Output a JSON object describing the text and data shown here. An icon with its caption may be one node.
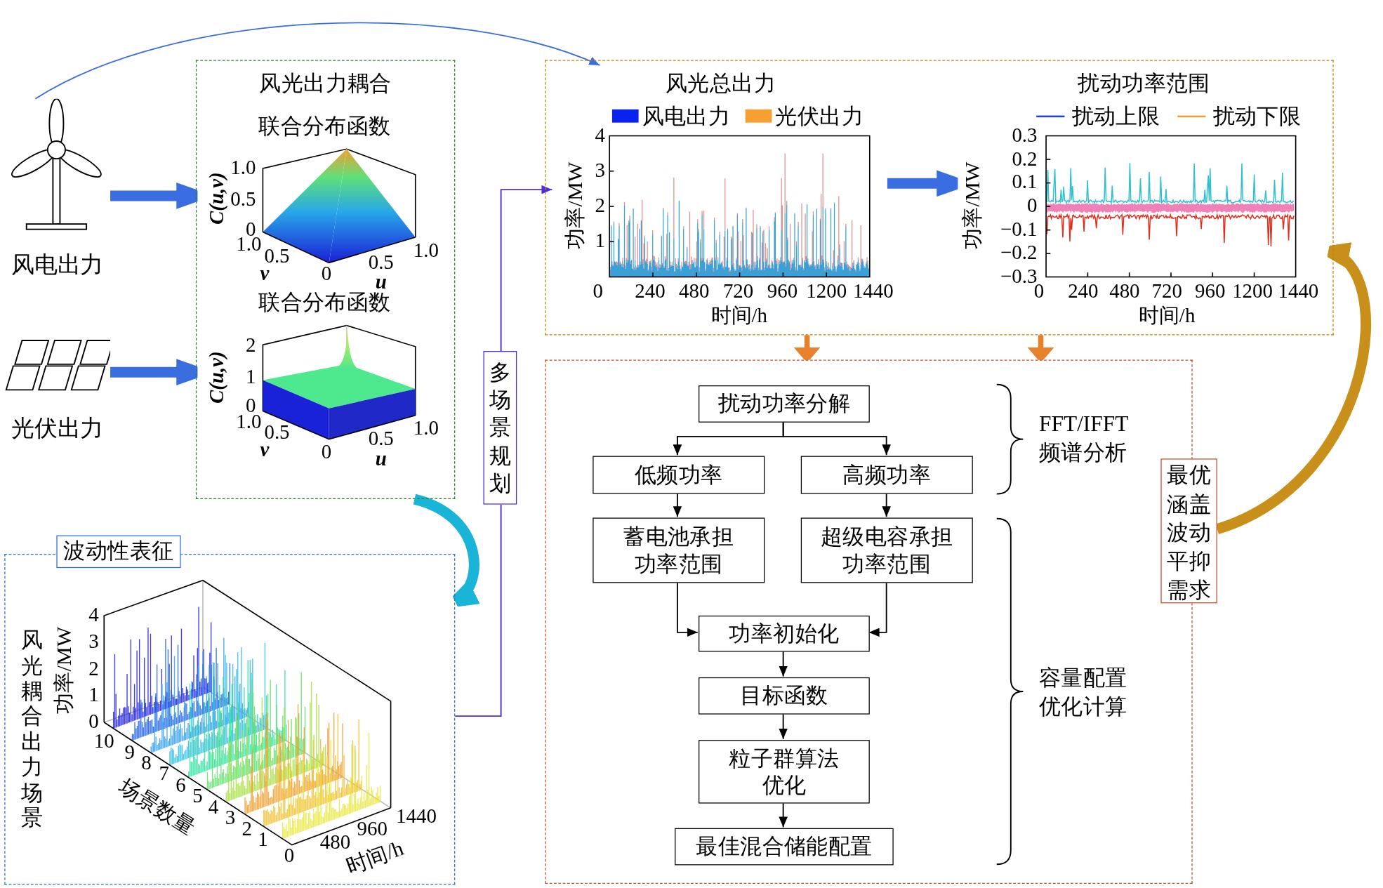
{
  "diagram": {
    "nodes": [
      {
        "text": [
          "风电出力"
        ]
      },
      {
        "text": [
          "光伏出力"
        ]
      },
      {
        "text": [
          "风光出力耦合"
        ]
      },
      {
        "text": [
          "联合分布函数"
        ],
        "in": 2
      },
      {
        "text": [
          "联合分布函数"
        ],
        "in": 2
      },
      {
        "text": [],
        "shape": "box"
      },
      {
        "text": [
          "风光总出力"
        ],
        "in": 5
      },
      {
        "text": [
          "扰动功率范围"
        ],
        "in": 5
      },
      {
        "text": [
          "波动性表征"
        ]
      },
      {
        "text": [
          "风光耦合出力场景"
        ],
        "in": 8
      },
      {
        "text": [
          "多场景规划"
        ]
      },
      {
        "text": [],
        "shape": "box"
      },
      {
        "text": [
          "扰动功率分解"
        ],
        "in": 11
      },
      {
        "text": [
          "低频功率"
        ],
        "in": 11
      },
      {
        "text": [
          "高频功率"
        ],
        "in": 11
      },
      {
        "text": [
          "蓄电池承担功率范围"
        ],
        "in": 11
      },
      {
        "text": [
          "超级电容承担功率范围"
        ],
        "in": 11
      },
      {
        "text": [
          "功率初始化"
        ],
        "in": 11
      },
      {
        "text": [
          "目标函数"
        ],
        "in": 11
      },
      {
        "text": [
          "粒子群算法优化"
        ],
        "in": 11
      },
      {
        "text": [
          "最佳混合储能配置"
        ],
        "in": 11
      },
      {
        "text": [
          "最优涵盖波动平抑需求"
        ]
      }
    ],
    "edges": [
      {
        "from": 0,
        "to": 3,
        "arrow": "to",
        "style": "thick",
        "color": "#3a6ee0"
      },
      {
        "from": 1,
        "to": 4,
        "arrow": "to",
        "style": "thick",
        "color": "#3a6ee0"
      },
      {
        "from": 0,
        "to": 6,
        "arrow": "to",
        "color": "#3a6ee0"
      },
      {
        "from": 2,
        "to": 8,
        "arrow": "to",
        "style": "thick",
        "color": "#1ab4d8"
      },
      {
        "from": 8,
        "to": 10,
        "arrow": "none",
        "color": "#4a2ee0"
      },
      {
        "from": 10,
        "to": 6,
        "arrow": "to",
        "color": "#4a2ee0"
      },
      {
        "from": 6,
        "to": 7,
        "arrow": "to",
        "style": "thick",
        "color": "#3a6ee0"
      },
      {
        "from": 5,
        "to": 11,
        "arrow": "to",
        "style": "thick",
        "color": "#e8822a"
      },
      {
        "from": 5,
        "to": 11,
        "arrow": "to",
        "style": "thick",
        "color": "#e8822a"
      },
      {
        "from": 12,
        "to": 13,
        "arrow": "to"
      },
      {
        "from": 12,
        "to": 14,
        "arrow": "to"
      },
      {
        "from": 13,
        "to": 15,
        "arrow": "to"
      },
      {
        "from": 14,
        "to": 16,
        "arrow": "to"
      },
      {
        "from": 15,
        "to": 17,
        "arrow": "to"
      },
      {
        "from": 16,
        "to": 17,
        "arrow": "to"
      },
      {
        "from": 17,
        "to": 18,
        "arrow": "to"
      },
      {
        "from": 18,
        "to": 19,
        "arrow": "to"
      },
      {
        "from": 19,
        "to": 20,
        "arrow": "to"
      },
      {
        "from": 21,
        "to": 7,
        "arrow": "to",
        "style": "thick",
        "color": "#c8901a"
      }
    ],
    "labels": [
      "C(u,v)",
      "1.0",
      "0.5",
      "0",
      "1.0",
      "0.5",
      "v",
      "0",
      "0.5",
      "1.0",
      "u",
      "C(u,v)",
      "2",
      "1",
      "0",
      "1.0",
      "0.5",
      "v",
      "0",
      "0.5",
      "1.0",
      "u",
      "功率/MW",
      "4",
      "3",
      "2",
      "1",
      "0",
      "240",
      "480",
      "720",
      "960",
      "1200",
      "1440",
      "时间/h",
      "功率/MW",
      "0.3",
      "0.2",
      "0.1",
      "0",
      "−0.1",
      "−0.2",
      "−0.3",
      "0",
      "240",
      "480",
      "720",
      "960",
      "1200",
      "1440",
      "时间/h",
      "FFT/IFFT频谱分析",
      "容量配置优化计算",
      "功率/MW",
      "4",
      "3",
      "2",
      "1",
      "0",
      "10",
      "9",
      "8",
      "7",
      "6",
      "5",
      "4",
      "3",
      "2",
      "1",
      "场景数量",
      "0",
      "480",
      "960",
      "1440",
      "时间/h"
    ],
    "legend": [
      {
        "text": "风电出力",
        "color": "#0a22f0"
      },
      {
        "text": "光伏出力",
        "color": "#f5a030"
      },
      {
        "text": "扰动上限"
      },
      {
        "text": "扰动下限"
      }
    ]
  }
}
